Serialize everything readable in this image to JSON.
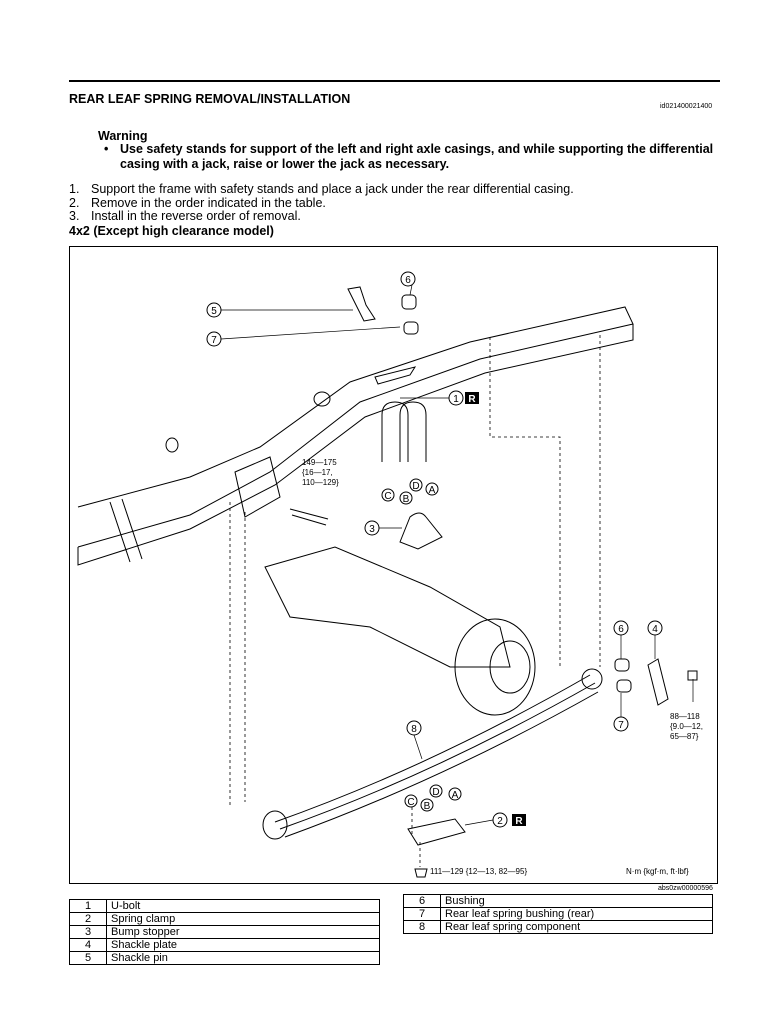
{
  "header": {
    "title": "REAR LEAF SPRING REMOVAL/INSTALLATION",
    "doc_id": "id021400021400"
  },
  "warning": {
    "heading": "Warning",
    "bullet": "•",
    "text": "Use safety stands for support of the left and right axle casings, and while supporting the differential casing with a jack, raise or lower the jack as necessary."
  },
  "steps": [
    {
      "num": "1.",
      "text": "Support the frame with safety stands and place a jack under the rear differential casing."
    },
    {
      "num": "2.",
      "text": "Remove in the order indicated in the table."
    },
    {
      "num": "3.",
      "text": "Install in the reverse order of removal."
    }
  ],
  "subheading": "4x2 (Except high clearance model)",
  "figure": {
    "callouts": [
      "1",
      "2",
      "3",
      "4",
      "5",
      "6",
      "7",
      "8",
      "6",
      "7"
    ],
    "letters": [
      "A",
      "B",
      "C",
      "D"
    ],
    "r_badge": "R",
    "torque_1": [
      "149—175",
      "{16—17,",
      "110—129}"
    ],
    "torque_2": [
      "88—118",
      "{9.0—12,",
      "65—87}"
    ],
    "torque_3": "111—129 {12—13, 82—95}",
    "units": "N·m {kgf·m, ft·lbf}",
    "code": "abs0zw00000596"
  },
  "parts_left": [
    {
      "num": "1",
      "name": "U-bolt"
    },
    {
      "num": "2",
      "name": "Spring clamp"
    },
    {
      "num": "3",
      "name": "Bump stopper"
    },
    {
      "num": "4",
      "name": "Shackle plate"
    },
    {
      "num": "5",
      "name": "Shackle pin"
    }
  ],
  "parts_right": [
    {
      "num": "6",
      "name": "Bushing"
    },
    {
      "num": "7",
      "name": "Rear leaf spring bushing (rear)"
    },
    {
      "num": "8",
      "name": "Rear leaf spring component"
    }
  ]
}
